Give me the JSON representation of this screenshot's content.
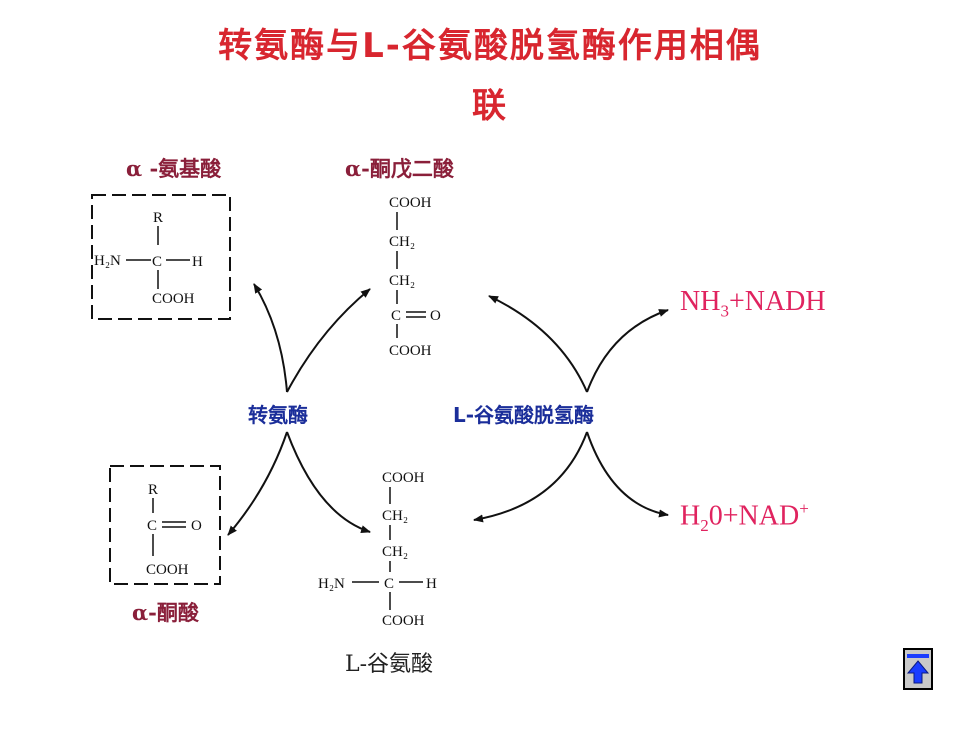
{
  "title": {
    "line1": "转氨酶与L-谷氨酸脱氢酶作用相偶",
    "line2": "联"
  },
  "labels": {
    "amino_acid": "α -氨基酸",
    "ketoglutarate": "α-酮戊二酸",
    "transaminase": "转氨酶",
    "dehydrogenase": "L-谷氨酸脱氢酶",
    "keto_acid": "α-酮酸",
    "glutamate": "L-谷氨酸"
  },
  "products": {
    "top": {
      "p1": "NH",
      "sub1": "3",
      "p2": "+NADH"
    },
    "bottom": {
      "p1": "H",
      "sub1": "2",
      "p2": "0+NAD",
      "sup1": "+"
    }
  },
  "structures": {
    "amino_acid": {
      "r": "R",
      "h2n": "H₂N",
      "c": "C",
      "h": "H",
      "cooh": "COOH"
    },
    "ketoglutarate": {
      "cooh1": "COOH",
      "ch2a": "CH₂",
      "ch2b": "CH₂",
      "c": "C",
      "o": "O",
      "cooh2": "COOH"
    },
    "keto_acid": {
      "r": "R",
      "c": "C",
      "o": "O",
      "cooh": "COOH"
    },
    "glutamate": {
      "cooh1": "COOH",
      "ch2a": "CH₂",
      "ch2b": "CH₂",
      "h2n": "H₂N",
      "c": "C",
      "h": "H",
      "cooh2": "COOH"
    }
  },
  "colors": {
    "title": "#d8262f",
    "label_maroon": "#8a1f3a",
    "enzyme_blue": "#1b2e9a",
    "product_pink": "#e0235f",
    "nav_arrow": "#1a3cff"
  },
  "nav": {
    "icon": "back-to-top-icon"
  }
}
